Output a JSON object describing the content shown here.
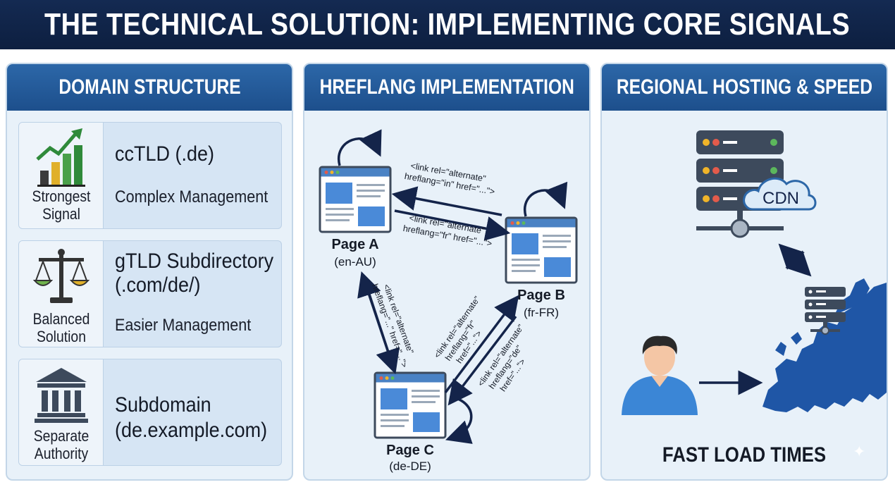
{
  "title": "THE TECHNICAL SOLUTION: IMPLEMENTING CORE SIGNALS",
  "panels": {
    "domain": {
      "header": "DOMAIN STRUCTURE",
      "cards": [
        {
          "icon": "growth-chart-icon",
          "caption_1": "Strongest",
          "caption_2": "Signal",
          "heading_1": "ccTLD (.de)",
          "heading_2": "",
          "sub": "Complex Management"
        },
        {
          "icon": "balance-scale-icon",
          "caption_1": "Balanced",
          "caption_2": "Solution",
          "heading_1": "gTLD Subdirectory",
          "heading_2": "(.com/de/)",
          "sub": "Easier Management"
        },
        {
          "icon": "institution-building-icon",
          "caption_1": "Separate",
          "caption_2": "Authority",
          "heading_1": "Subdomain",
          "heading_2": "(de.example.com)",
          "sub": ""
        }
      ]
    },
    "hreflang": {
      "header": "HREFLANG IMPLEMENTATION",
      "pages": [
        {
          "name": "Page A",
          "locale": "(en-AU)"
        },
        {
          "name": "Page B",
          "locale": "(fr-FR)"
        },
        {
          "name": "Page C",
          "locale": "(de-DE)"
        }
      ],
      "tags": {
        "ab_line1": "<link rel=\"alternate\"",
        "ab_line2": "hreflang=\"in\" href=\"...\">",
        "ba_line1": "<link rel=\"alternate\"",
        "ba_line2": "hreflang=\"fr\" href=\"...\">",
        "ac_line1": "<link rel=\"alternate\"",
        "ac_line2": "hreflang=\"...\" href=\"...\">",
        "cb_line1": "<link rel=\"alternate\"",
        "cb_line2": "hreflang=\"fr\"",
        "cb_line3": "href=\"...\">",
        "bc_line1": "<link rel=\"alternate\"",
        "bc_line2": "hreflang=\"de\"",
        "bc_line3": "href=\"...\">"
      }
    },
    "hosting": {
      "header": "REGIONAL HOSTING & SPEED",
      "cdn_label": "CDN",
      "footer": "FAST LOAD TIMES"
    }
  },
  "colors": {
    "title_bg": "#142a52",
    "header_bg": "#1d4f8c",
    "panel_bg": "#e8f1f9",
    "map_blue": "#1f56a6",
    "arrow_navy": "#14244a",
    "server_gray": "#3d4a5c"
  }
}
